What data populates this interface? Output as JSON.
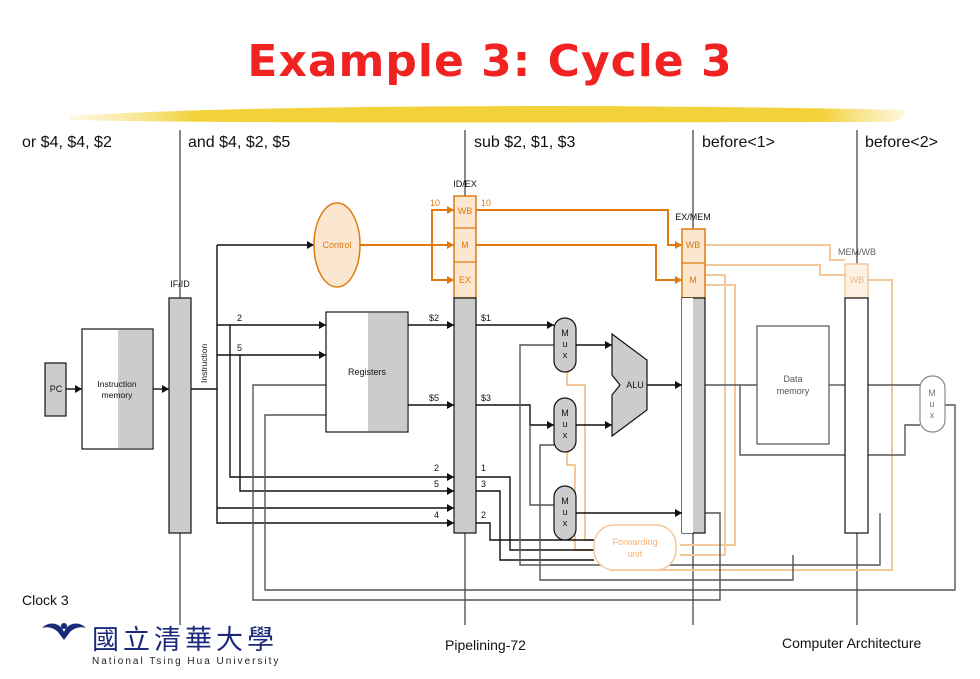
{
  "title": "Example 3: Cycle 3",
  "stages": [
    "or $4, $4, $2",
    "and $4, $2, $5",
    "sub $2, $1, $3",
    "before<1>",
    "before<2>"
  ],
  "pipeline_registers": {
    "ifid": "IF/ID",
    "idex": "ID/EX",
    "exmem": "EX/MEM",
    "memwb": "MEM/WB"
  },
  "control_fields": {
    "wb": "WB",
    "m": "M",
    "ex": "EX"
  },
  "blocks": {
    "pc": "PC",
    "imem": [
      "Instruction",
      "memory"
    ],
    "instruction": "Instruction",
    "registers": "Registers",
    "control": "Control",
    "alu": "ALU",
    "dmem": [
      "Data",
      "memory"
    ],
    "forwarding": [
      "Forwarding",
      "unit"
    ],
    "mux": [
      "M",
      "u",
      "x"
    ]
  },
  "signal_labels": {
    "ctrl_in": "10",
    "ctrl_out": "10",
    "rs": "2",
    "rt": "5",
    "reg_out1": "$2",
    "reg_out2": "$5",
    "alu_in1": "$1",
    "alu_in2": "$3",
    "f_rs_in": "2",
    "f_rt_in": "5",
    "f_rd_in": "4",
    "f_rs_out": "1",
    "f_rt_out": "3",
    "f_rd_out": "2"
  },
  "footer": {
    "clock": "Clock 3",
    "page": "Pipelining-72",
    "course": "Computer Architecture",
    "university_cn": "國立清華大學",
    "university_en": "National Tsing Hua University"
  },
  "colors": {
    "title": "#f02222",
    "control": "#e07a10",
    "faded": "#f5c89a",
    "block": "#cccccc",
    "wire": "#555555"
  }
}
